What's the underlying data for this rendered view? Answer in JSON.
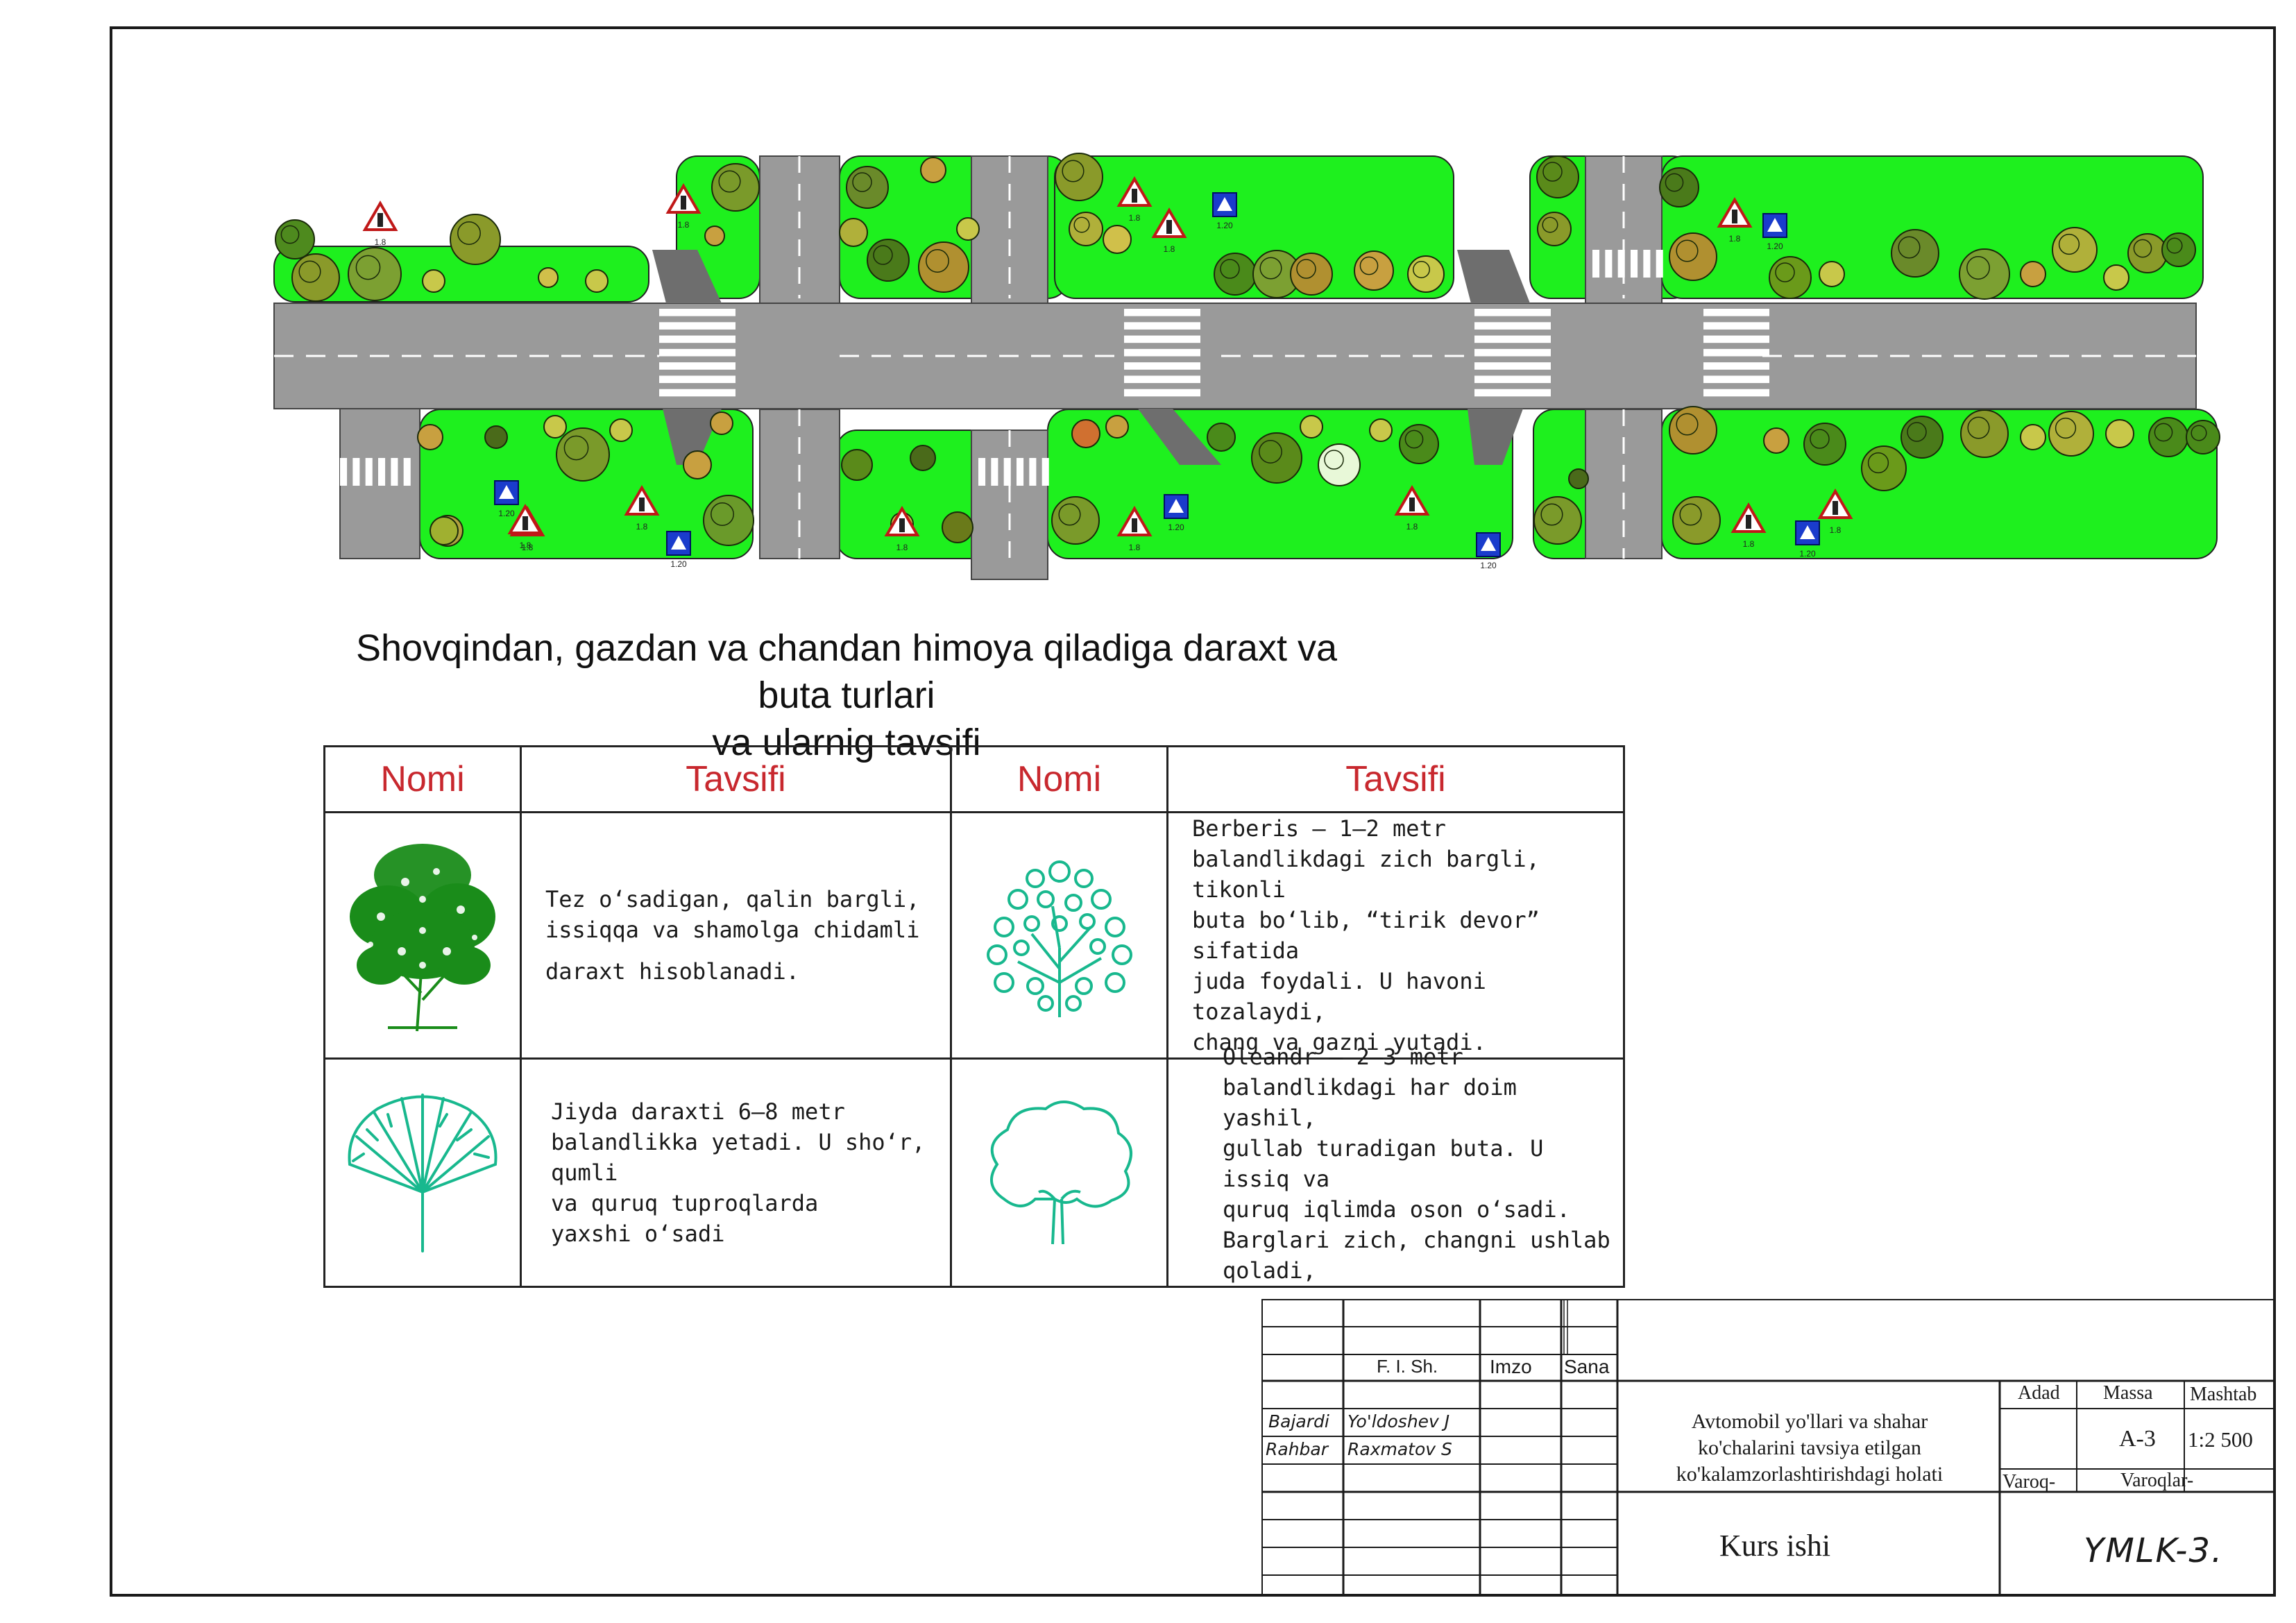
{
  "heading": {
    "line1": "Shovqindan, gazdan va chandan himoya qiladiga daraxt va buta turlari",
    "line2": "va ularnig tavsifi"
  },
  "species_table": {
    "headers": [
      "Nomi",
      "Tavsifi",
      "Nomi",
      "Tavsifi"
    ],
    "rows": [
      {
        "left_icon": "deciduous-tree-icon",
        "left_desc": [
          "Tez o‘sadigan, qalin bargli,",
          "issiqqa va shamolga chidamli",
          "daraxt hisoblanadi."
        ],
        "right_icon": "shrub-icon",
        "right_desc": [
          "Berberis – 1–2 metr",
          "balandlikdagi zich bargli, tikonli",
          "buta bo‘lib, “tirik devor” sifatida",
          "juda foydali. U havoni tozalaydi,",
          "chang va gazni yutadi."
        ]
      },
      {
        "left_icon": "fan-tree-icon",
        "left_desc": [
          "Jiyda daraxti 6–8 metr",
          "balandlikka yetadi. U sho‘r, qumli",
          "va quruq tuproqlarda",
          "yaxshi o‘sadi"
        ],
        "right_icon": "outline-tree-icon",
        "right_desc": [
          "Oleandr – 2–3 metr",
          "balandlikdagi har doim yashil,",
          "gullab turadigan buta. U issiq va",
          "quruq iqlimda oson o‘sadi.",
          "Barglari zich, changni ushlab",
          "qoladi,"
        ]
      }
    ]
  },
  "sign_labels": {
    "signal": "1.8",
    "crossing": "1.20"
  },
  "title_block": {
    "col_fish": "F. I. Sh.",
    "col_imzo": "Imzo",
    "col_sana": "Sana",
    "role1": "Bajardi",
    "name1": "Yo'ldoshev J",
    "role2": "Rahbar",
    "name2": "Raxmatov S",
    "project_line1": "Avtomobil yo'llari va shahar",
    "project_line2": "ko'chalarini tavsiya etilgan",
    "project_line3": "ko'kalamzorlashtirishdagi holati",
    "adad": "Adad",
    "massa": "Massa",
    "mashtab": "Mashtab",
    "format": "A-3",
    "scale": "1:2 500",
    "varoq": "Varoq-",
    "varoqlar": "Varoqlar-",
    "work_type": "Kurs ishi",
    "code": "YMLK-3."
  },
  "colors": {
    "road": "#9a9a9a",
    "grass": "#1ef01e",
    "tree_green": "#6a9a1a",
    "header_red": "#c8282e",
    "icon_green": "#1a8c1a",
    "icon_teal": "#18b88e",
    "sign_blue": "#1a3ccc"
  }
}
